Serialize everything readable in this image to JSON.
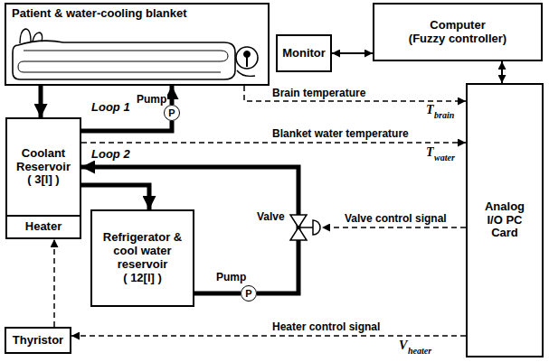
{
  "diagram": {
    "nodes": [
      {
        "text": [
          "Patient & water-cooling blanket"
        ]
      },
      {
        "text": [
          "Monitor"
        ]
      },
      {
        "text": [
          "Computer",
          "(Fuzzy controller)"
        ]
      },
      {
        "text": [
          "P"
        ]
      },
      {
        "text": [
          "Coolant Reservoir",
          "( 3[l] )"
        ]
      },
      {
        "text": [
          "Heater"
        ]
      },
      {
        "text": [
          "Refrigerator & cool water reservoir",
          "( 12[l] )"
        ]
      },
      {
        "text": [
          "P"
        ]
      },
      {
        "text": [
          "Analog I/O PC Card"
        ]
      },
      {
        "text": [
          "Thyristor"
        ]
      }
    ],
    "edges": [
      {
        "from": 1,
        "to": 2,
        "arrow": "both"
      },
      {
        "from": 2,
        "to": 8,
        "arrow": "both"
      },
      {
        "from": 0,
        "to": 4,
        "arrow": "to"
      },
      {
        "from": 4,
        "to": 3,
        "arrow": "none"
      },
      {
        "from": 3,
        "to": 0,
        "arrow": "to"
      },
      {
        "from": 4,
        "to": 6,
        "arrow": "to"
      },
      {
        "from": 6,
        "to": 7,
        "arrow": "none"
      },
      {
        "from": 7,
        "to": 4,
        "arrow": "to"
      },
      {
        "from": 0,
        "to": 8,
        "arrow": "to",
        "label": "Brain temperature"
      },
      {
        "from": 4,
        "to": 8,
        "arrow": "to",
        "label": "Blanket water temperature"
      },
      {
        "from": 8,
        "to": 9,
        "arrow": "to",
        "label": "Heater control signal"
      },
      {
        "from": 9,
        "to": 5,
        "arrow": "to"
      }
    ],
    "labels": [
      "Loop 1",
      "Pump",
      "T",
      "brain",
      "T",
      "water",
      "Loop 2",
      "Valve",
      "Valve control signal",
      "Pump",
      "V",
      "heater"
    ]
  }
}
